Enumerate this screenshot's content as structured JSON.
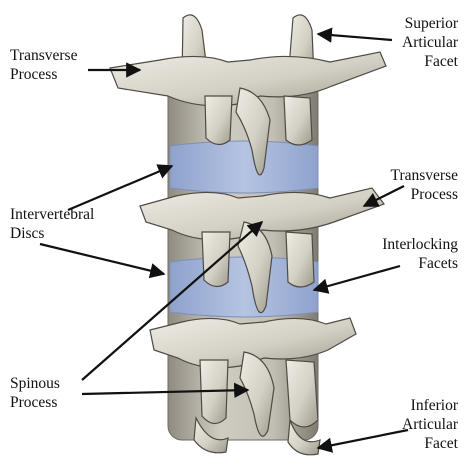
{
  "labels": {
    "transverse_left": [
      "Transverse",
      "Process"
    ],
    "superior_articular": [
      "Superior",
      "Articular",
      "Facet"
    ],
    "transverse_right": [
      "Transverse",
      "Process"
    ],
    "intervertebral": [
      "Intervertebral",
      "Discs"
    ],
    "interlocking": [
      "Interlocking",
      "Facets"
    ],
    "spinous": [
      "Spinous",
      "Process"
    ],
    "inferior_articular": [
      "Inferior",
      "Articular",
      "Facet"
    ]
  },
  "colors": {
    "bone": "#d9d6cc",
    "bone_shadow": "#8c887d",
    "disc": "#9fb0d4",
    "arrow": "#111111"
  }
}
